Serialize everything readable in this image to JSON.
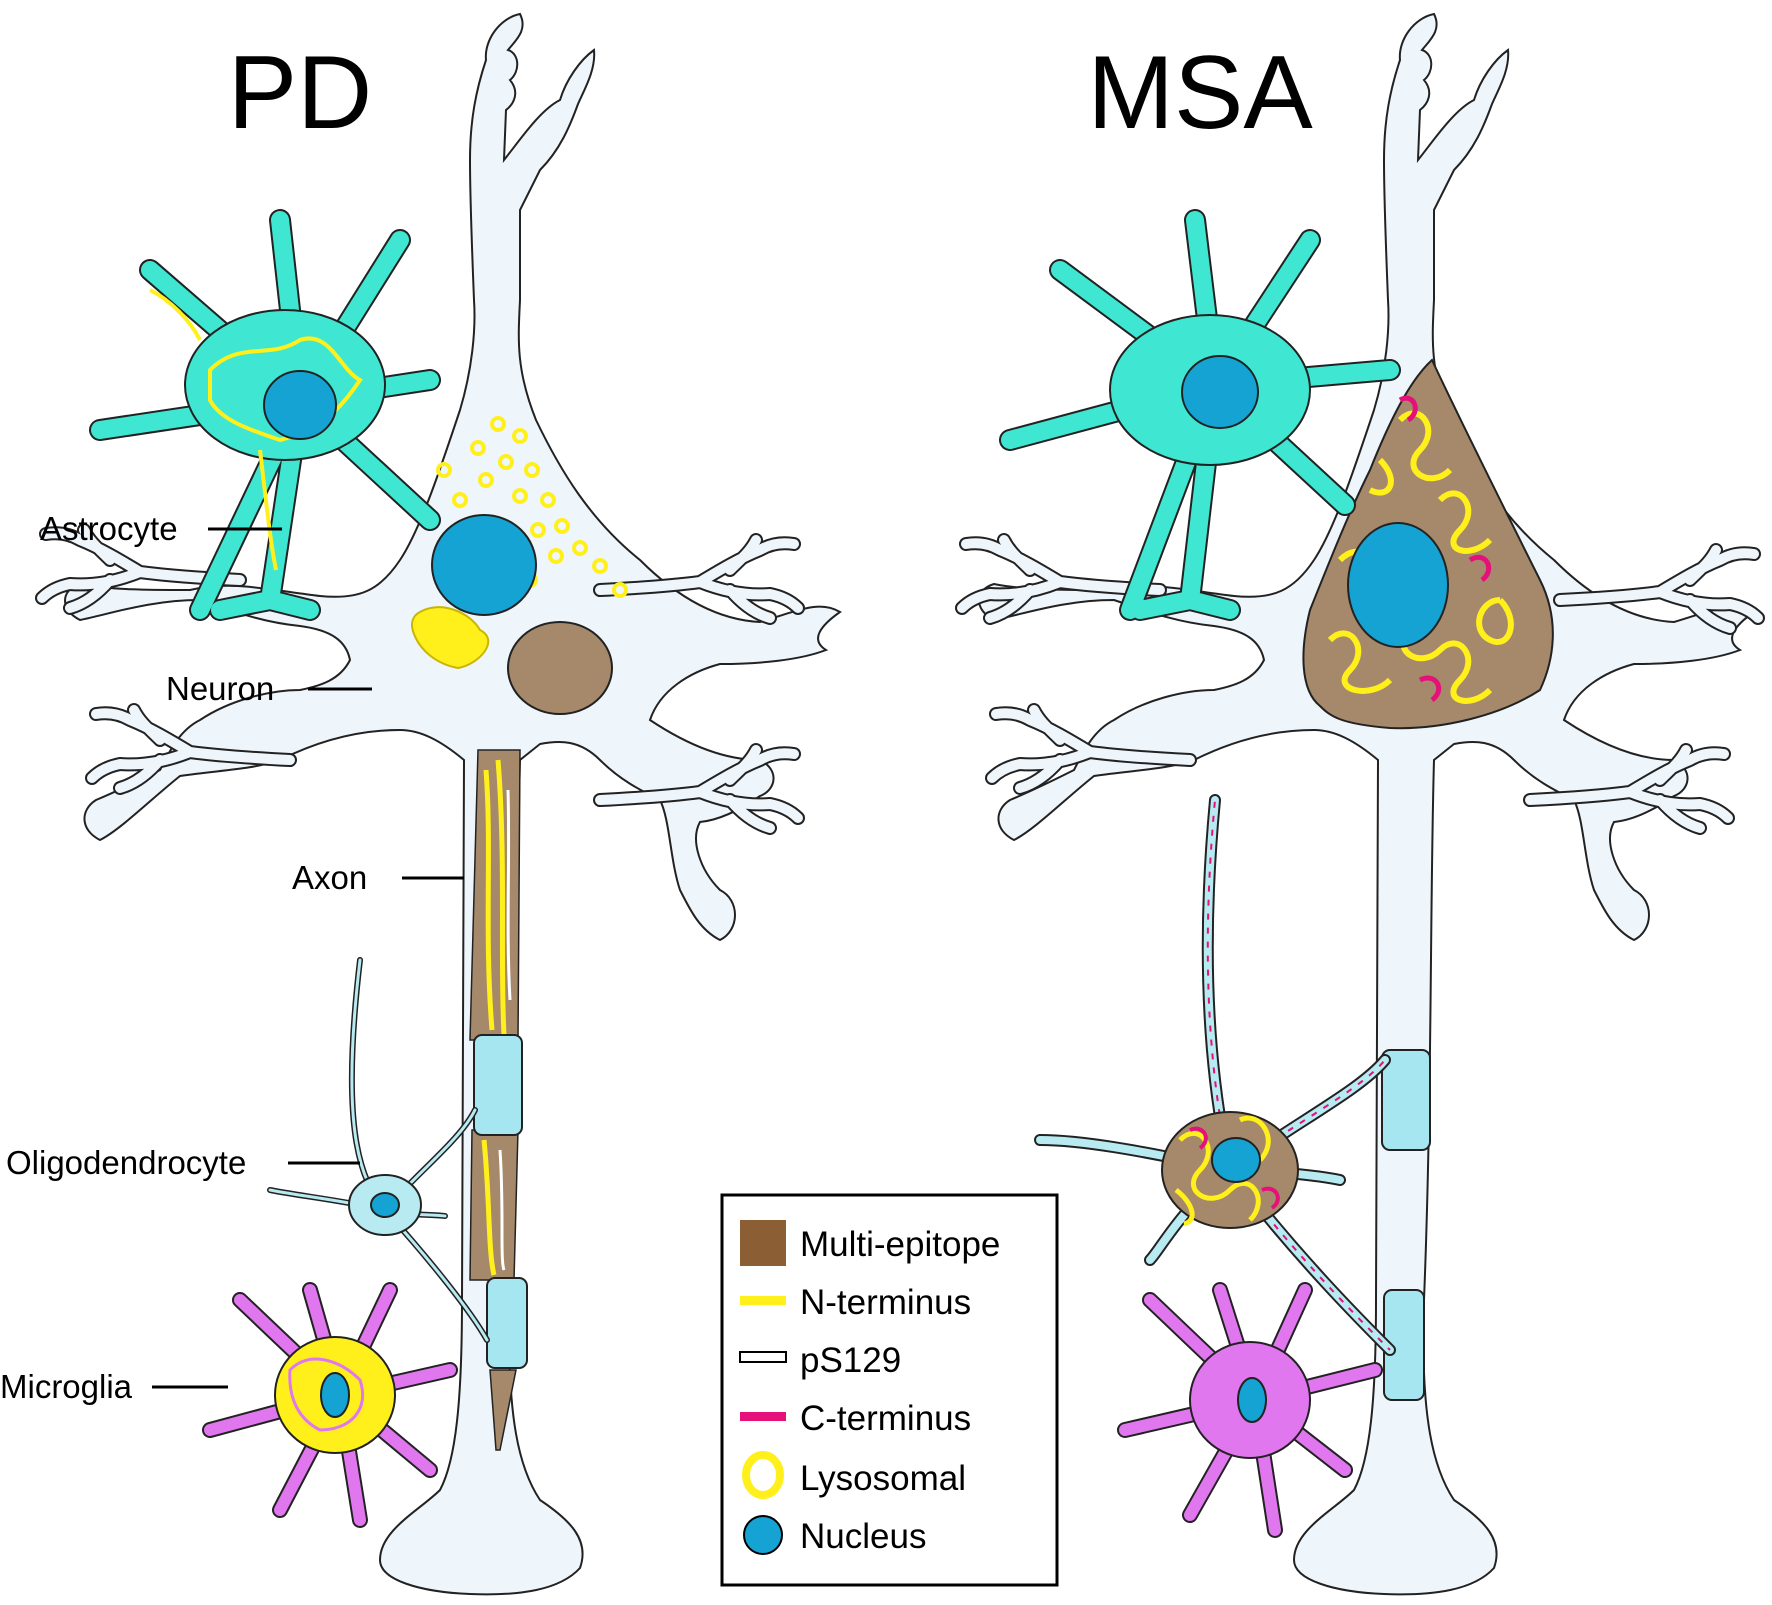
{
  "titles": {
    "left": "PD",
    "right": "MSA"
  },
  "labels": {
    "astrocyte": "Astrocyte",
    "neuron": "Neuron",
    "axon": "Axon",
    "oligodendrocyte": "Oligodendrocyte",
    "microglia": "Microglia"
  },
  "legend": {
    "items": [
      {
        "label": "Multi-epitope",
        "icon": "brown-square-swatch",
        "color": "#8b5e34"
      },
      {
        "label": "N-terminus",
        "icon": "yellow-line-swatch",
        "color": "#fff01c"
      },
      {
        "label": "pS129",
        "icon": "white-line-swatch",
        "color": "#ffffff"
      },
      {
        "label": "C-terminus",
        "icon": "magenta-line-swatch",
        "color": "#e5107a"
      },
      {
        "label": "Lysosomal",
        "icon": "yellow-ring-swatch",
        "color": "#fff01c"
      },
      {
        "label": "Nucleus",
        "icon": "blue-circle-swatch",
        "color": "#14a3d2"
      }
    ]
  },
  "colors": {
    "neuron_fill": "#eef5fb",
    "astrocyte_fill": "#3fe7d2",
    "oligodendrocyte_fill": "#b8eaf2",
    "microglia_fill": "#e077ee",
    "myelin_fill": "#a6e6f0",
    "nucleus_fill": "#14a3d2",
    "multi_epitope": "#a5896a",
    "n_terminus": "#fff01c",
    "c_terminus": "#e5107a"
  }
}
